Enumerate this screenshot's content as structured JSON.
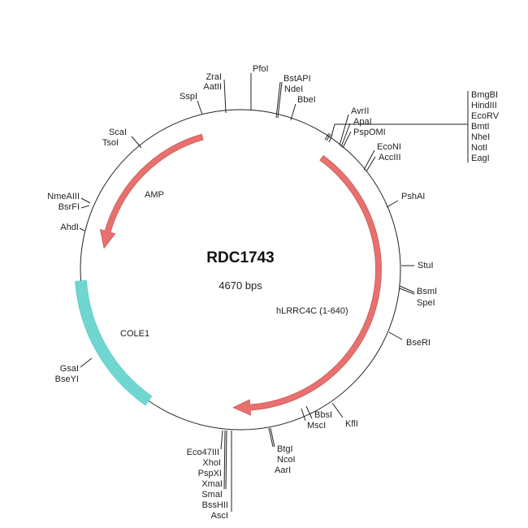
{
  "plasmid": {
    "name": "RDC1743",
    "size": "4670 bps"
  },
  "features": {
    "amp": "AMP",
    "insert": "hLRRC4C (1-640)",
    "ori": "COLE1"
  },
  "colors": {
    "feature_arrow": "#e8706f",
    "ori": "#6fd6d0"
  },
  "sites": {
    "sspi": "SspI",
    "zrai": "ZraI",
    "aatii": "AatII",
    "pfoi": "PfoI",
    "bstapi": "BstAPI",
    "ndei": "NdeI",
    "bbei": "BbeI",
    "avrii": "AvrII",
    "apai": "ApaI",
    "pspomi": "PspOMI",
    "cluster": [
      "BmgBI",
      "HindIII",
      "EcoRV",
      "BmtI",
      "NheI",
      "NotI",
      "EagI"
    ],
    "econi": "EcoNI",
    "acciii": "AccIII",
    "pshai": "PshAI",
    "stui": "StuI",
    "bsmi": "BsmI",
    "spei": "SpeI",
    "bseri": "BseRI",
    "kfli": "KflI",
    "bbsi": "BbsI",
    "msci": "MscI",
    "btgi": "BtgI",
    "ncoi": "NcoI",
    "aari": "AarI",
    "bottom": [
      "Eco47III",
      "XhoI",
      "PspXI",
      "XmaI",
      "SmaI",
      "BssHII",
      "AscI"
    ],
    "gsai": "GsaI",
    "bseyi": "BseYI",
    "ahdi": "AhdI",
    "nmeaiii": "NmeAIII",
    "bsrfi": "BsrFI",
    "scai": "ScaI",
    "tsoi": "TsoI"
  }
}
